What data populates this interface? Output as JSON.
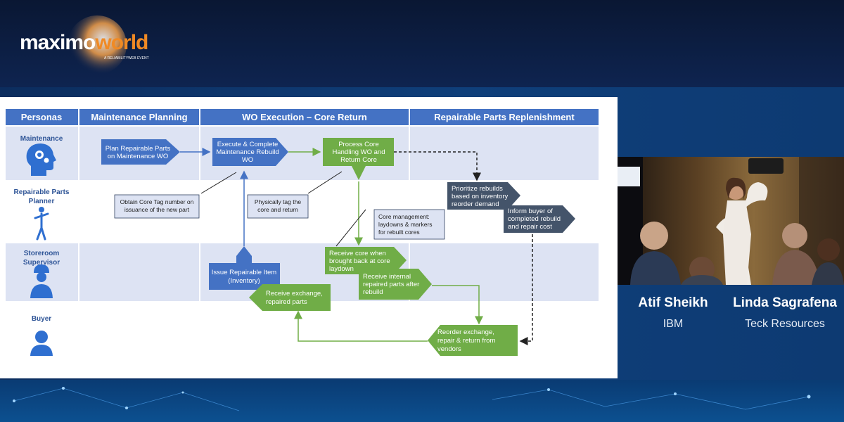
{
  "logo": {
    "text_maximo": "maximo",
    "text_world": "world",
    "tagline": "A RELIABILITYWEB EVENT"
  },
  "headers": [
    "Personas",
    "Maintenance Planning",
    "WO Execution – Core Return",
    "Repairable Parts Replenishment"
  ],
  "personas": [
    {
      "label_lines": [
        "Maintenance"
      ],
      "icon": "gear-head-icon"
    },
    {
      "label_lines": [
        "Repairable Parts",
        "Planner"
      ],
      "icon": "mannequin-icon"
    },
    {
      "label_lines": [
        "Storeroom",
        "Supervisor"
      ],
      "icon": "worker-icon"
    },
    {
      "label_lines": [
        "Buyer"
      ],
      "icon": "buyer-person-icon"
    }
  ],
  "boxes": {
    "plan": [
      "Plan  Repairable Parts",
      "on Maintenance WO"
    ],
    "execute": [
      "Execute & Complete",
      "Maintenance Rebuild",
      "WO"
    ],
    "process_core": [
      "Process Core",
      "Handling WO and",
      "Return Core"
    ],
    "prioritize": [
      "Prioritize rebuilds",
      "based on inventory",
      "reorder demand"
    ],
    "inform_buyer": [
      "Inform buyer of",
      "completed rebuild",
      "and repair cost"
    ],
    "issue": [
      "Issue Repairable Item",
      "(Inventory)"
    ],
    "receive_core": [
      "Receive core when",
      "brought back at core",
      "laydown"
    ],
    "receive_internal": [
      "Receive internal",
      "repaired parts after",
      "rebuild"
    ],
    "receive_exchange": [
      "Receive exchange,",
      "repaired parts"
    ],
    "reorder": [
      "Reorder exchange,",
      "repair & return from",
      "vendors"
    ]
  },
  "callouts": {
    "core_tag": [
      "Obtain Core Tag number on",
      "issuance of the new part"
    ],
    "physically_tag": [
      "Physically tag the",
      "core and return"
    ],
    "core_mgmt": [
      "Core management:",
      "laydowns & markers",
      "for rebuilt cores"
    ]
  },
  "speakers": [
    {
      "name": "Atif Sheikh",
      "org": "IBM"
    },
    {
      "name": "Linda Sagrafena",
      "org": "Teck Resources"
    }
  ],
  "colors": {
    "blue": "#4472c4",
    "green": "#70ad47",
    "navy": "#44546a",
    "header": "#4472c4",
    "band": "#dde3f3"
  }
}
